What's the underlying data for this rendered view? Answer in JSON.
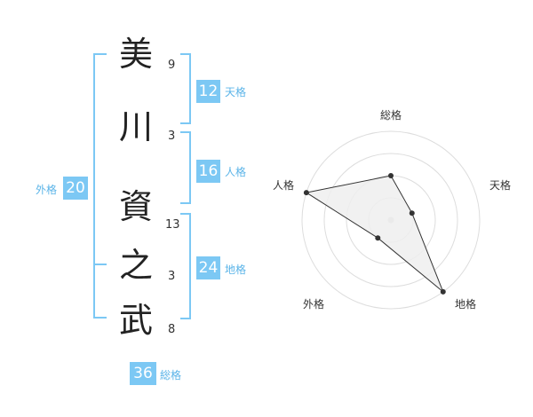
{
  "name": {
    "chars": [
      {
        "char": "美",
        "strokes": "9"
      },
      {
        "char": "川",
        "strokes": "3"
      },
      {
        "char": "資",
        "strokes": "13"
      },
      {
        "char": "之",
        "strokes": "3"
      },
      {
        "char": "武",
        "strokes": "8"
      }
    ]
  },
  "kaku": {
    "tenkaku": {
      "value": "12",
      "label": "天格"
    },
    "jinkaku": {
      "value": "16",
      "label": "人格"
    },
    "chikaku": {
      "value": "24",
      "label": "地格"
    },
    "gaikaku": {
      "value": "20",
      "label": "外格"
    },
    "soukaku": {
      "value": "36",
      "label": "総格"
    }
  },
  "colors": {
    "accent": "#7cc8f4",
    "accent_text": "#5bb4e8"
  },
  "chart_data": {
    "type": "radar",
    "axes": [
      "総格",
      "天格",
      "地格",
      "外格",
      "人格"
    ],
    "values": [
      0.5,
      0.25,
      1.0,
      0.25,
      1.0
    ],
    "rings": 4,
    "grid": true
  }
}
